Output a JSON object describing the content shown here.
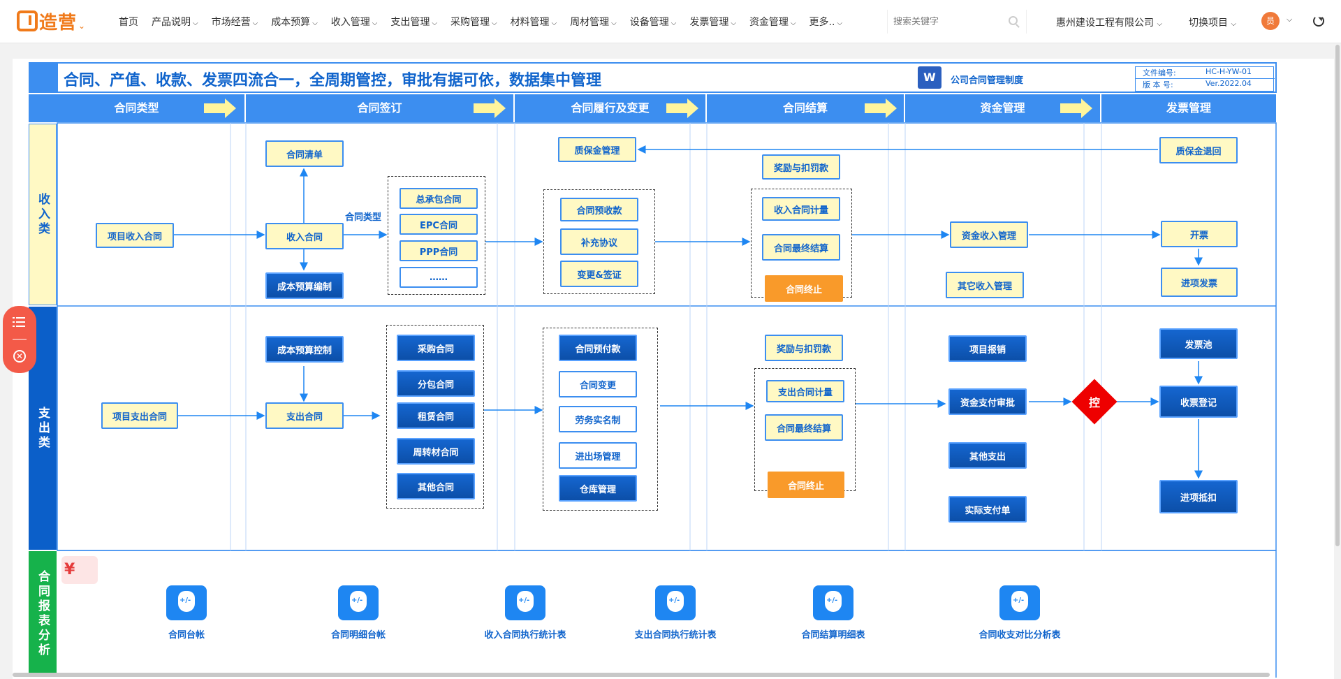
{
  "nav": {
    "logo_text": "造营",
    "items": [
      "首页",
      "产品说明",
      "市场经营",
      "成本预算",
      "收入管理",
      "支出管理",
      "采购管理",
      "材料管理",
      "周材管理",
      "设备管理",
      "发票管理",
      "资金管理",
      "更多.."
    ],
    "search_placeholder": "搜索关键字",
    "company": "惠州建设工程有限公司",
    "switch_project": "切换项目",
    "avatar": "员"
  },
  "doc": {
    "title": "合同、产值、收款、发票四流合一，全周期管控，审批有据可依，数据集中管理",
    "policy": "公司合同管理制度",
    "word_badge": "W",
    "file_no_label": "文件编号:",
    "file_no": "HC-H-YW-01",
    "version_label": "版 本 号:",
    "version": "Ver.2022.04"
  },
  "stages": [
    "合同类型",
    "合同签订",
    "合同履行及变更",
    "合同结算",
    "资金管理",
    "发票管理"
  ],
  "lanes": {
    "income": "收入类",
    "expense": "支出类",
    "report": "合同报表分析"
  },
  "income": {
    "project_contract": "项目收入合同",
    "contract_list": "合同清单",
    "income_contract": "收入合同",
    "contract_type_label": "合同类型",
    "cost_budget": "成本预算编制",
    "types": [
      "总承包合同",
      "EPC合同",
      "PPP合同",
      "……"
    ],
    "deposit_mgmt": "质保金管理",
    "perform": [
      "合同预收款",
      "补充协议",
      "变更&签证"
    ],
    "reward": "奖励与扣罚款",
    "settle": [
      "收入合同计量",
      "合同最终结算"
    ],
    "terminate": "合同终止",
    "fund": "资金收入管理",
    "other_income": "其它收入管理",
    "deposit_return": "质保金退回",
    "invoice": "开票",
    "input_invoice": "进项发票"
  },
  "expense": {
    "project_contract": "项目支出合同",
    "cost_control": "成本预算控制",
    "expense_contract": "支出合同",
    "types": [
      "采购合同",
      "分包合同",
      "租赁合同",
      "周转材合同",
      "其他合同"
    ],
    "perform": [
      "合同预付款",
      "合同变更",
      "劳务实名制",
      "进出场管理",
      "仓库管理"
    ],
    "reward": "奖励与扣罚款",
    "settle": [
      "支出合同计量",
      "合同最终结算"
    ],
    "terminate": "合同终止",
    "fund": [
      "项目报销",
      "资金支付审批",
      "其他支出",
      "实际支付单"
    ],
    "control": "控",
    "invoice_pool": "发票池",
    "invoice_register": "收票登记",
    "input_deduct": "进项抵扣"
  },
  "reports": {
    "stat_icon": "¥",
    "items": [
      "合同台帐",
      "合同明细台帐",
      "收入合同执行统计表",
      "支出合同执行统计表",
      "合同结算明细表",
      "合同收支对比分析表"
    ]
  }
}
